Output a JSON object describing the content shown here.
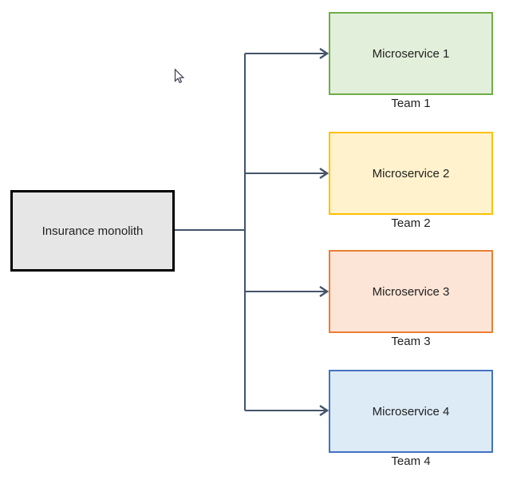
{
  "diagram": {
    "background_color": "#ffffff",
    "connector_color": "#44546A",
    "monolith": {
      "label": "Insurance monolith",
      "fill": "#E7E6E6",
      "border": "#000000"
    },
    "microservices": [
      {
        "label": "Microservice 1",
        "team": "Team 1",
        "fill": "#E2EFDA",
        "border": "#70AD47"
      },
      {
        "label": "Microservice 2",
        "team": "Team 2",
        "fill": "#FFF2CC",
        "border": "#FFC000"
      },
      {
        "label": "Microservice 3",
        "team": "Team 3",
        "fill": "#FCE4D6",
        "border": "#ED7D31"
      },
      {
        "label": "Microservice 4",
        "team": "Team 4",
        "fill": "#DDEBF7",
        "border": "#4472C4"
      }
    ],
    "cursor": {
      "type": "arrow-pointer"
    }
  }
}
